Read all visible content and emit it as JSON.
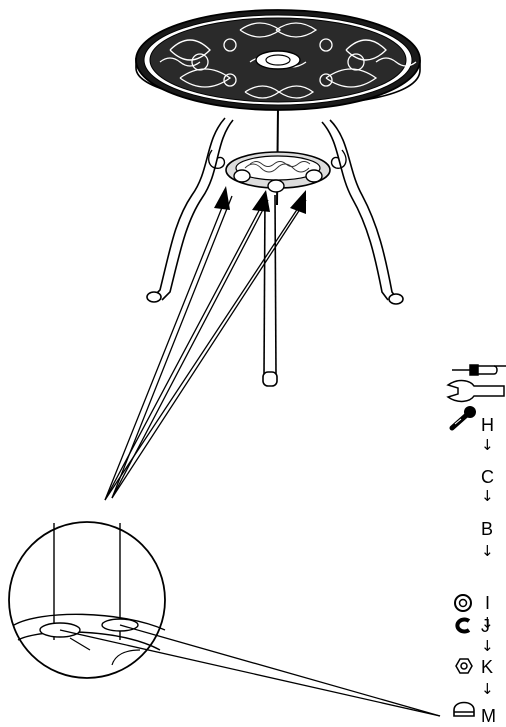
{
  "steps": [
    {
      "label": "H",
      "icon": "bolt-icon"
    },
    {
      "label": "C",
      "icon": null
    },
    {
      "label": "B",
      "icon": null
    },
    {
      "label": "I",
      "icon": "flat-washer-icon"
    },
    {
      "label": "J",
      "icon": "spring-washer-icon"
    },
    {
      "label": "K",
      "icon": "hex-nut-icon"
    },
    {
      "label": "M",
      "icon": "cap-nut-icon"
    }
  ],
  "tools": [
    "screwdriver-icon",
    "wrench-icon"
  ],
  "arrow_glyph": "↓",
  "colors": {
    "line": "#000000",
    "background": "#ffffff",
    "ornament": "#1a1a1a"
  }
}
